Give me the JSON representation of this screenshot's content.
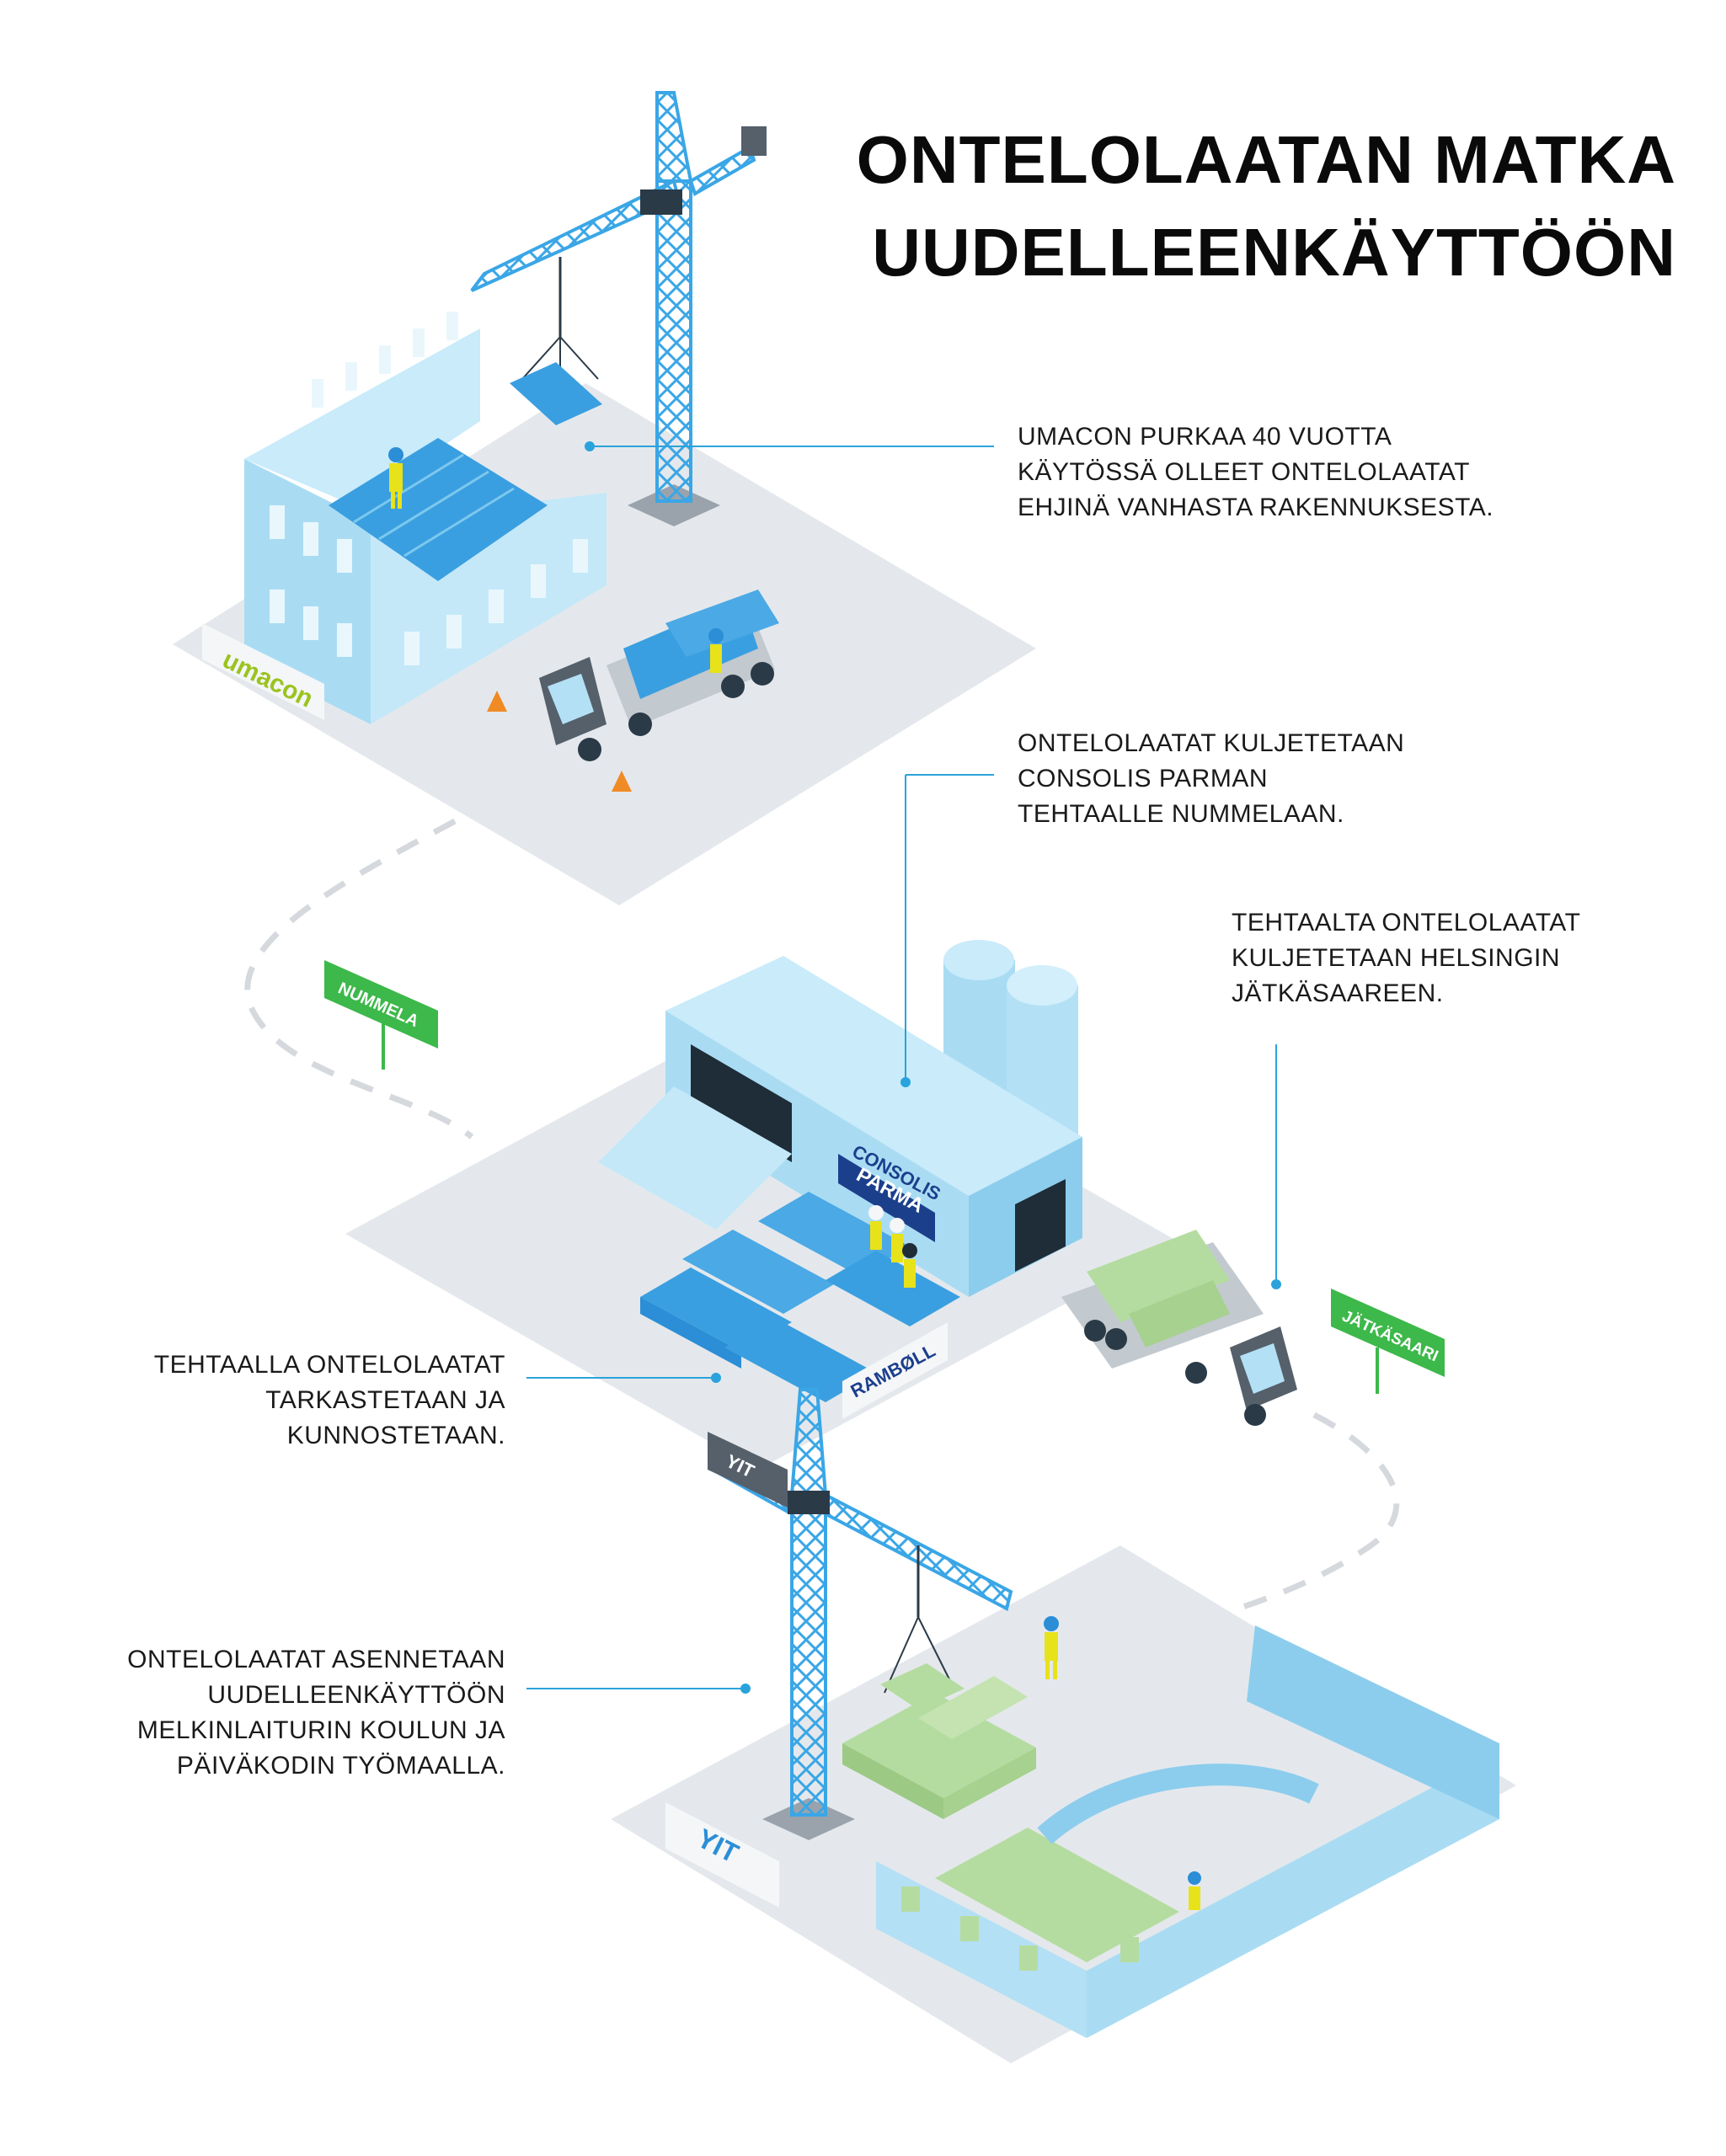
{
  "title": {
    "line1": "ONTELOLAATAN MATKA",
    "line2": "UUDELLEENKÄYTTÖÖN"
  },
  "captions": [
    {
      "lines": [
        "UMACON PURKAA 40 VUOTTA",
        "KÄYTÖSSÄ OLLEET ONTELOLAATAT",
        "EHJINÄ VANHASTA RAKENNUKSESTA."
      ]
    },
    {
      "lines": [
        "ONTELOLAATAT KULJETETAAN",
        "CONSOLIS PARMAN",
        "TEHTAALLE NUMMELAAN."
      ]
    },
    {
      "lines": [
        "TEHTAALTA ONTELOLAATAT",
        "KULJETETAAN HELSINGIN",
        "JÄTKÄSAAREEN."
      ]
    },
    {
      "lines": [
        "TEHTAALLA ONTELOLAATAT",
        "TARKASTETAAN JA",
        "KUNNOSTETAAN."
      ]
    },
    {
      "lines": [
        "ONTELOLAATAT ASENNETAAN",
        "UUDELLEENKÄYTTÖÖN",
        "MELKINLAITURIN KOULUN JA",
        "PÄIVÄKODIN TYÖMAALLA."
      ]
    }
  ],
  "logos": {
    "umacon": "umacon",
    "consolis": "CONSOLIS",
    "parma": "PARMA",
    "ramboll": "RAMBØLL",
    "yit_crane": "YIT",
    "yit_sign": "YIT"
  },
  "signs": {
    "nummela": "NUMMELA",
    "jatkasaari": "JÄTKÄSAARI"
  },
  "colors": {
    "building": "#b3e0f5",
    "building_dark": "#7fc6ea",
    "crane": "#3aa6e6",
    "ground": "#e4e8ec",
    "leader_line": "#2aa3dc",
    "sign_green": "#3db84a",
    "slab_green": "#b5dca0",
    "worker_yellow": "#e8e21a",
    "truck_dark": "#55606b",
    "parma_navy": "#1c3f8c",
    "umacon_green": "#9bc31e"
  }
}
